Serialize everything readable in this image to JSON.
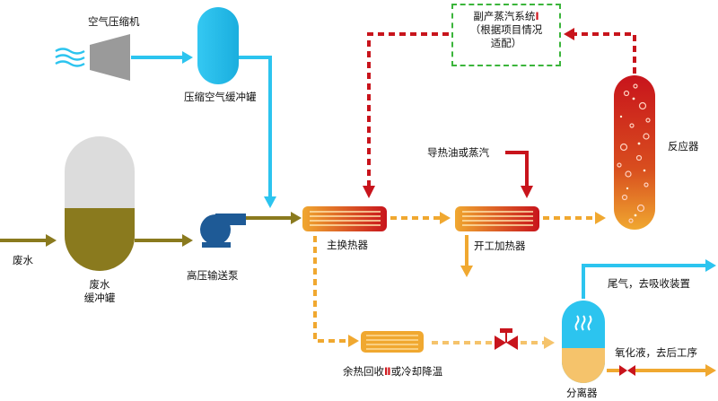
{
  "labels": {
    "air_compressor": "空气压缩机",
    "air_buffer_tank": "压缩空气缓冲罐",
    "wastewater_in": "废水",
    "wastewater_tank_line1": "废水",
    "wastewater_tank_line2": "缓冲罐",
    "hp_pump": "高压输送泵",
    "main_exchanger": "主换热器",
    "startup_heater": "开工加热器",
    "heat_oil_steam": "导热油或蒸汽",
    "reactor": "反应器",
    "byproduct_steam_line1_text": "副产蒸汽系统",
    "byproduct_steam_line1_roman": "Ⅰ",
    "byproduct_steam_line2": "（根据项目情况",
    "byproduct_steam_line3": "适配）",
    "tail_gas": "尾气，去吸收装置",
    "oxidized_liquid": "氧化液，去后工序",
    "separator": "分离器",
    "waste_heat_text_a": "余热回收",
    "waste_heat_roman": "Ⅱ",
    "waste_heat_text_b": "或冷却降温"
  },
  "colors": {
    "air_blue": "#2cc4ef",
    "wastewater_olive": "#8a7a1e",
    "hot_red": "#c8141c",
    "warm_orange": "#f0a830",
    "dashed_green": "#3bb53b",
    "pump_blue": "#1e5a96"
  }
}
